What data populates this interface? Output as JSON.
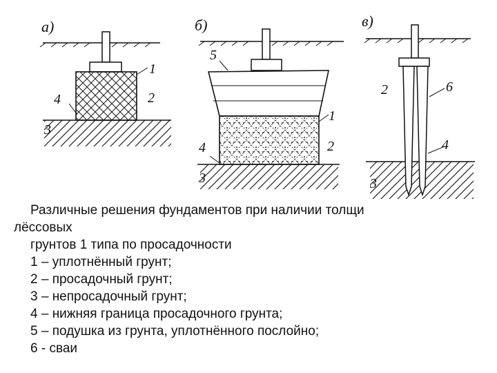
{
  "figure": {
    "panels": [
      {
        "id": "a",
        "label": "а)",
        "numbers": [
          "1",
          "2",
          "3",
          "4"
        ]
      },
      {
        "id": "b",
        "label": "б)",
        "numbers": [
          "1",
          "2",
          "3",
          "4",
          "5"
        ]
      },
      {
        "id": "v",
        "label": "в)",
        "numbers": [
          "2",
          "6",
          "4",
          "3"
        ]
      }
    ]
  },
  "caption": {
    "title_line1": "Различные решения фундаментов при наличии толщи",
    "title_line2": "лёссовых",
    "title_line3": "грунтов 1 типа по просадочности",
    "items": [
      "1 – уплотнённый грунт;",
      "2 – просадочный грунт;",
      "3 – непросадочный грунт;",
      "4 – нижняя граница просадочного грунта;",
      "5 – подушка из грунта, уплотнённого послойно;",
      "6 - сваи"
    ]
  }
}
